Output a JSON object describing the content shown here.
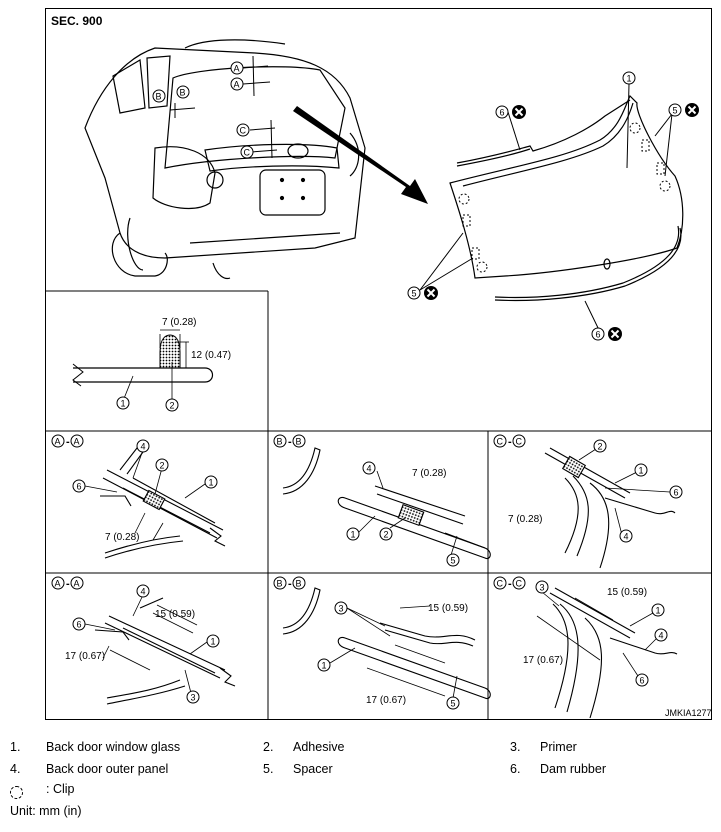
{
  "diagram": {
    "section": "SEC. 900",
    "code": "JMKIA1277GB",
    "section_headers": {
      "aa": [
        "A",
        "A"
      ],
      "bb": [
        "B",
        "B"
      ],
      "cc": [
        "C",
        "C"
      ]
    },
    "callout_letters": {
      "a": "A",
      "b": "B",
      "c": "C"
    },
    "part_numbers": {
      "p1": "1",
      "p2": "2",
      "p3": "3",
      "p4": "4",
      "p5": "5",
      "p6": "6"
    },
    "dimensions": {
      "d7": "7 (0.28)",
      "d12": "12 (0.47)",
      "d15": "15 (0.59)",
      "d17": "17 (0.67)"
    }
  },
  "legend": [
    {
      "num": "1.",
      "label": "Back door window glass"
    },
    {
      "num": "2.",
      "label": "Adhesive"
    },
    {
      "num": "3.",
      "label": "Primer"
    },
    {
      "num": "4.",
      "label": "Back door outer panel"
    },
    {
      "num": "5.",
      "label": "Spacer"
    },
    {
      "num": "6.",
      "label": "Dam rubber"
    }
  ],
  "clip_label": ": Clip",
  "unit_label": "Unit: mm (in)"
}
